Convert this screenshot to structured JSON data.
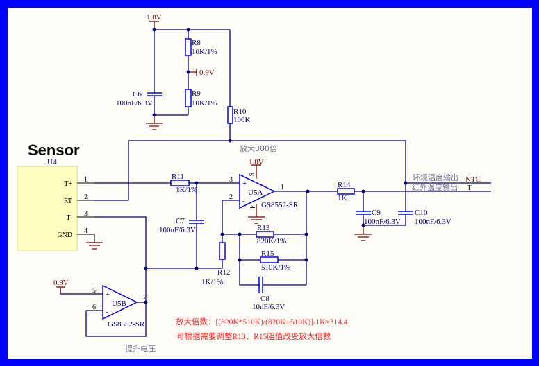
{
  "colors": {
    "border": "#0000ff",
    "wire": "#000080",
    "component": "#0000ff",
    "power": "#800000",
    "note": "#ff2020",
    "sensor_body": "#ffffc0",
    "background": "#fffdf8"
  },
  "sensor": {
    "title": "Sensor",
    "ref": "U4",
    "pins": [
      {
        "num": "1",
        "name": "T+"
      },
      {
        "num": "2",
        "name": "RT"
      },
      {
        "num": "3",
        "name": "T-"
      },
      {
        "num": "4",
        "name": "GND"
      }
    ]
  },
  "power": {
    "top_18v": "1.8V",
    "ref_09v": "0.9V",
    "opamp_18v": "1.8V",
    "u5b_09v": "0.9V"
  },
  "components": {
    "R8": {
      "ref": "R8",
      "value": "10K/1%"
    },
    "R9": {
      "ref": "R9",
      "value": "10K/1%"
    },
    "R10": {
      "ref": "R10",
      "value": "100K"
    },
    "C6": {
      "ref": "C6",
      "value": "100nF/6.3V"
    },
    "R11": {
      "ref": "R11",
      "value": "1K/1%"
    },
    "C7": {
      "ref": "C7",
      "value": "100nF/6.3V"
    },
    "R12": {
      "ref": "R12",
      "value": "1K/1%"
    },
    "R13": {
      "ref": "R13",
      "value": "820K/1%"
    },
    "R15": {
      "ref": "R15",
      "value": "510K/1%"
    },
    "C8": {
      "ref": "C8",
      "value": "10nF/6.3V"
    },
    "R14": {
      "ref": "R14",
      "value": "1K"
    },
    "C9": {
      "ref": "C9",
      "value": "100nF/6.3V"
    },
    "C10": {
      "ref": "C10",
      "value": "100nF/6.3V"
    },
    "U5A": {
      "ref": "U5A",
      "part": "GS8552-SR",
      "pins": {
        "plus": "3",
        "minus": "2",
        "out": "1",
        "vcc": "8",
        "gnd": "4"
      },
      "plus_sign": "+",
      "minus_sign": "-"
    },
    "U5B": {
      "ref": "U5B",
      "part": "GS8552-SR",
      "pins": {
        "plus": "5",
        "minus": "6",
        "out": "7"
      },
      "plus_sign": "+",
      "minus_sign": "-"
    }
  },
  "labels": {
    "gain_300": "放大300倍",
    "ambient_out": "环境温度输出",
    "ambient_net": "NTC",
    "ir_out": "红外温度输出",
    "ir_net": "T",
    "boost": "提升电压",
    "note1": "放大倍数：[(820K*510K)/(820K+510K)]/1K≈314.4",
    "note2": "可根据需要调整R13、R15阻值改变放大倍数"
  }
}
